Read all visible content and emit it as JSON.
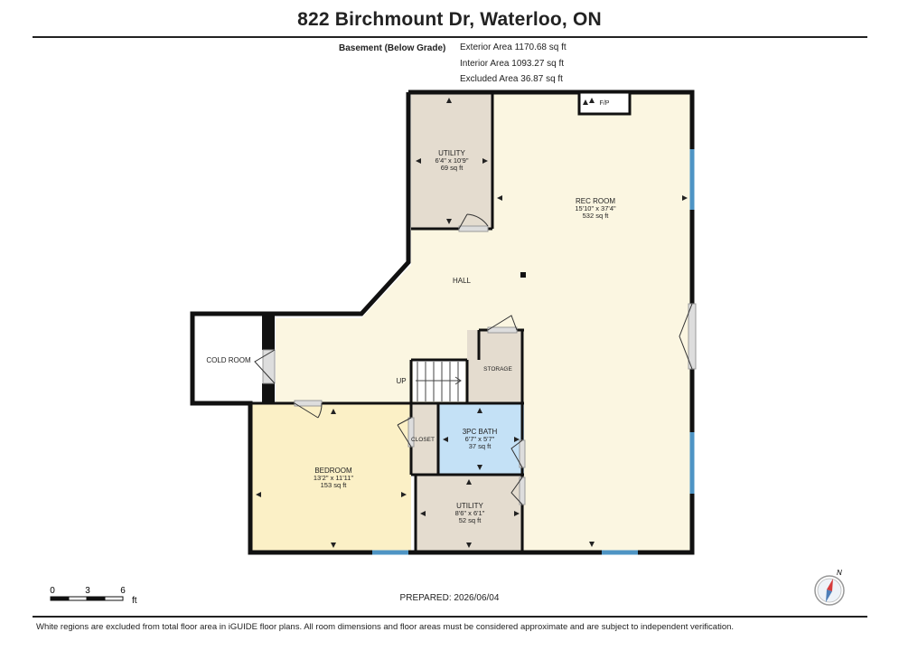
{
  "header": {
    "title": "822 Birchmount Dr, Waterloo, ON"
  },
  "level": {
    "name": "Basement (Below Grade)",
    "exterior_area": "Exterior Area 1170.68 sq ft",
    "interior_area": "Interior Area 1093.27 sq ft",
    "excluded_area": "Excluded Area 36.87 sq ft"
  },
  "rooms": {
    "rec_room": {
      "name": "REC ROOM",
      "dims": "15'10\" x 37'4\"",
      "area": "532 sq ft"
    },
    "utility_top": {
      "name": "UTILITY",
      "dims": "6'4\" x 10'9\"",
      "area": "69 sq ft"
    },
    "hall": {
      "name": "HALL"
    },
    "cold_room": {
      "name": "COLD ROOM"
    },
    "storage": {
      "name": "STORAGE"
    },
    "up": {
      "name": "UP"
    },
    "closet": {
      "name": "CLOSET"
    },
    "bath": {
      "name": "3PC BATH",
      "dims": "6'7\" x 5'7\"",
      "area": "37 sq ft"
    },
    "bedroom": {
      "name": "BEDROOM",
      "dims": "13'2\" x 11'11\"",
      "area": "153 sq ft"
    },
    "utility_bottom": {
      "name": "UTILITY",
      "dims": "8'6\" x 6'1\"",
      "area": "52 sq ft"
    },
    "fp": {
      "name": "F/P"
    }
  },
  "scale": {
    "t0": "0",
    "t1": "3",
    "t2": "6",
    "unit": "ft"
  },
  "compass": {
    "label": "N"
  },
  "footer": {
    "prepared": "PREPARED: 2026/06/04",
    "disclaimer": "White regions are excluded from total floor area in iGUIDE floor plans. All room dimensions and floor areas must be considered approximate and are subject to independent verification."
  },
  "colors": {
    "rec_room": "#fbf6e1",
    "utility": "#e4dccf",
    "bedroom": "#fbf0c6",
    "bath": "#c4e1f6",
    "wall": "#111111",
    "window": "#4e94c4",
    "door": "#dddddd"
  }
}
